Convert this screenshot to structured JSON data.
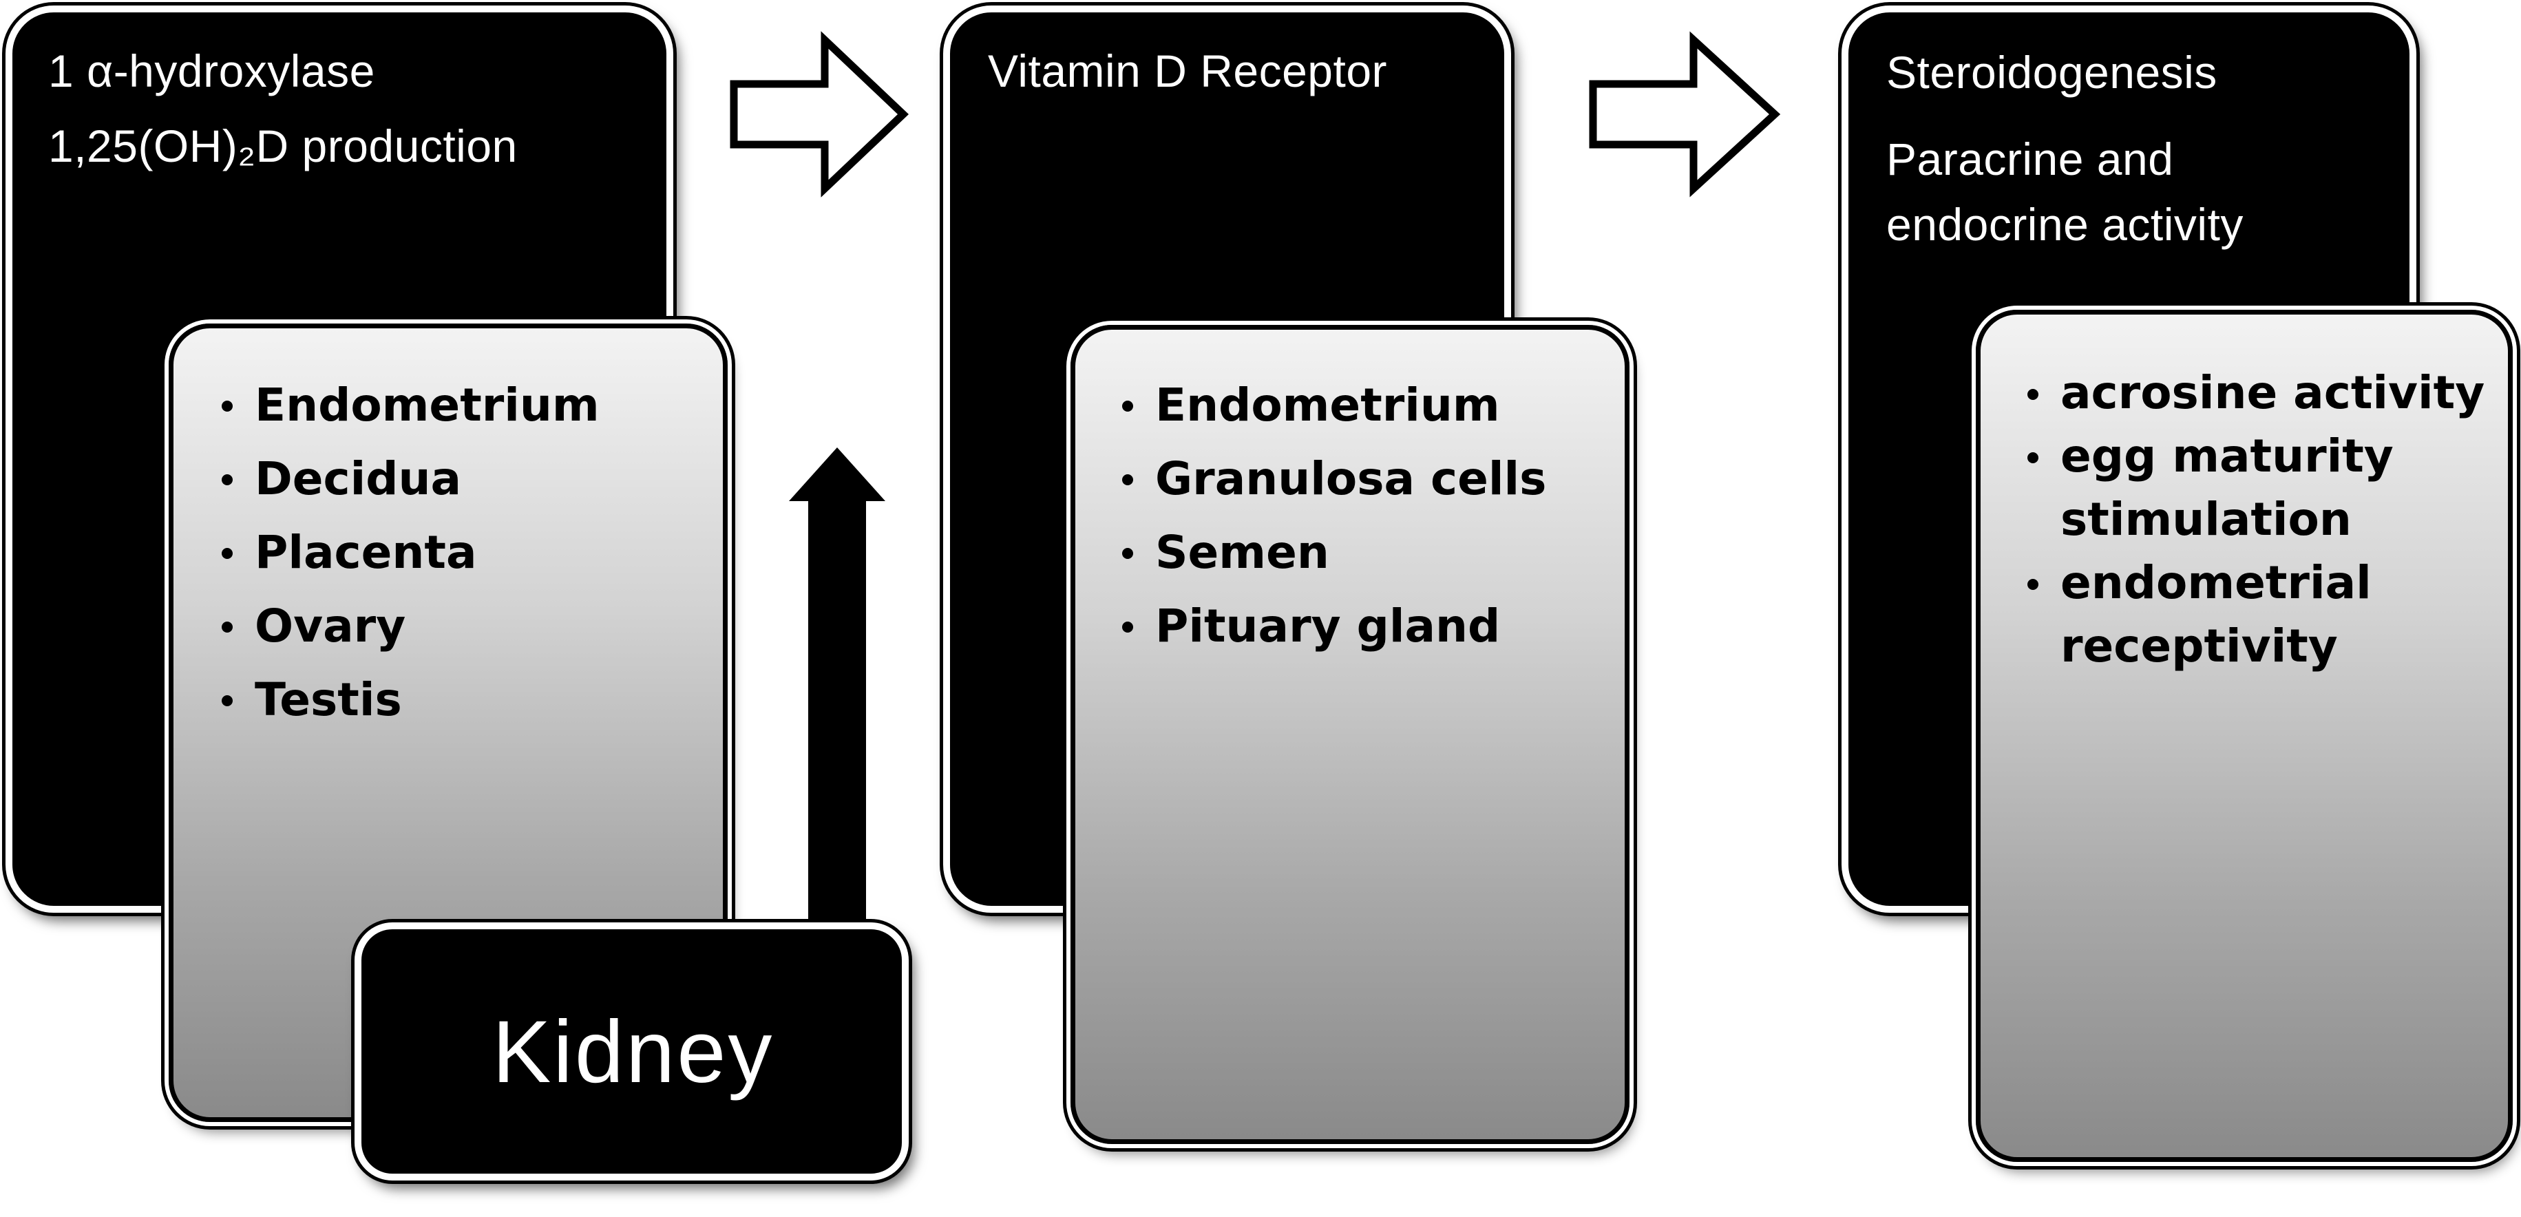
{
  "boxes": {
    "box1": {
      "lines": [
        "1 α-hydroxylase",
        "1,25(OH)₂D production"
      ],
      "items": [
        "Endometrium",
        "Decidua",
        "Placenta",
        "Ovary",
        "Testis"
      ]
    },
    "box2": {
      "lines": [
        "Vitamin D Receptor"
      ],
      "items": [
        "Endometrium",
        "Granulosa cells",
        "Semen",
        "Pituary gland"
      ]
    },
    "box3": {
      "lines": [
        "Steroidogenesis",
        "Paracrine and",
        "endocrine activity"
      ],
      "items": [
        "acrosine activity",
        "egg maturity stimulation",
        "endometrial receptivity"
      ]
    },
    "kidney": {
      "label": "Kidney"
    }
  },
  "colors": {
    "dark_box": "#000000",
    "light_box_gradient_top": "#f3f3f3",
    "light_box_gradient_bottom": "#8a8a8a"
  }
}
